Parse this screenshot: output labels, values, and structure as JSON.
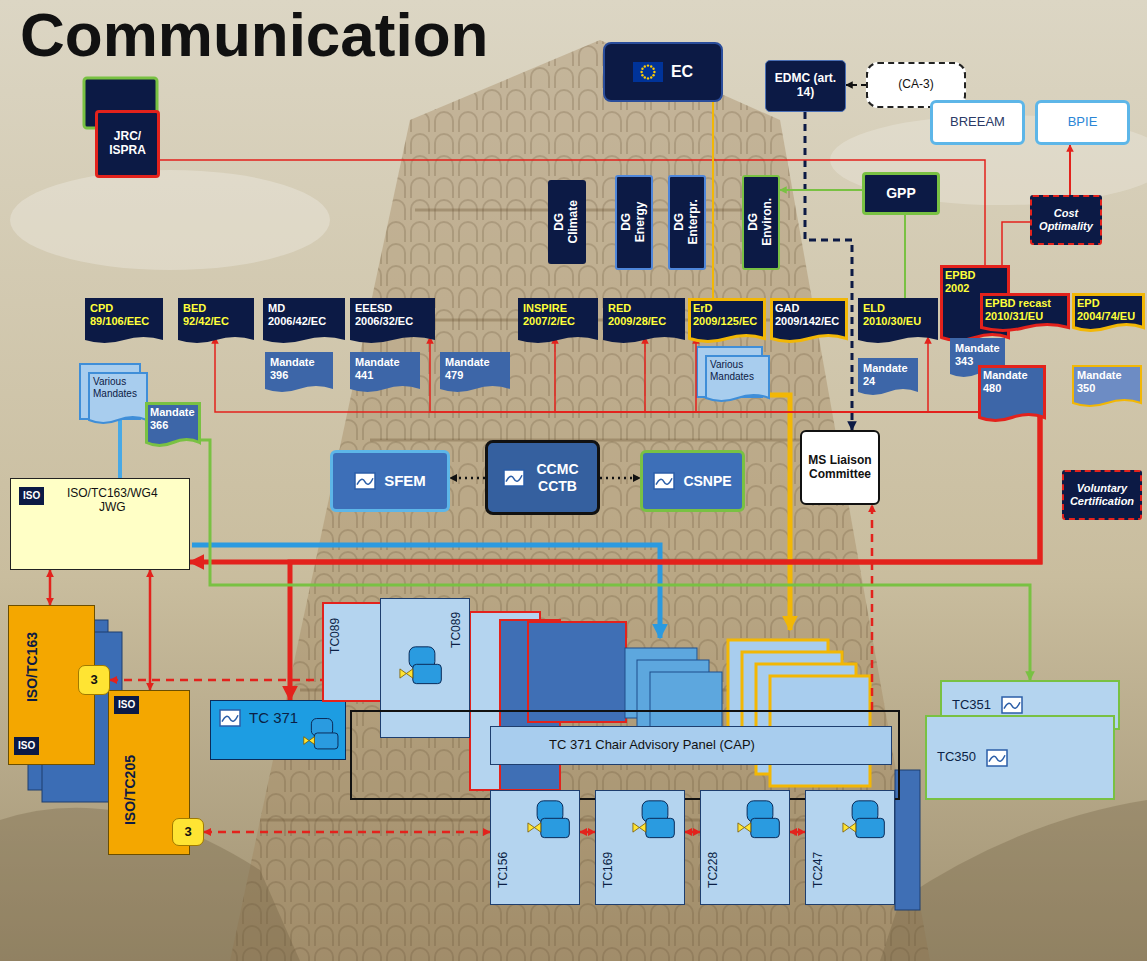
{
  "diagram": {
    "title": "Communication",
    "nodes": [
      {
        "text": [
          "EC"
        ]
      },
      {
        "text": [
          "EDMC (art. 14)"
        ]
      },
      {
        "text": [
          "(CA-3)"
        ]
      },
      {
        "text": [
          "BREEAM"
        ]
      },
      {
        "text": [
          "BPIE"
        ]
      },
      {
        "text": [
          "JRC/ ISPRA"
        ]
      },
      {
        "text": [
          "DG Climate"
        ]
      },
      {
        "text": [
          "DG Energy"
        ]
      },
      {
        "text": [
          "DG Enterpr."
        ]
      },
      {
        "text": [
          "DG Environ."
        ]
      },
      {
        "text": [
          "GPP"
        ]
      },
      {
        "text": [
          "Cost Optimality"
        ]
      },
      {
        "text": [
          "CPD 89/106/EEC"
        ]
      },
      {
        "text": [
          "BED 92/42/EC"
        ]
      },
      {
        "text": [
          "MD 2006/42/EC"
        ]
      },
      {
        "text": [
          "EEESD 2006/32/EC"
        ]
      },
      {
        "text": [
          "INSPIRE 2007/2/EC"
        ]
      },
      {
        "text": [
          "RED 2009/28/EC"
        ]
      },
      {
        "text": [
          "ErD 2009/125/EC"
        ]
      },
      {
        "text": [
          "GAD 2009/142/EC"
        ]
      },
      {
        "text": [
          "ELD 2010/30/EU"
        ]
      },
      {
        "text": [
          "EPBD 2002"
        ]
      },
      {
        "text": [
          "EPBD recast 2010/31/EU"
        ]
      },
      {
        "text": [
          "EPD 2004/74/EU"
        ]
      },
      {
        "text": [
          "Mandate 396"
        ]
      },
      {
        "text": [
          "Mandate 441"
        ]
      },
      {
        "text": [
          "Mandate 479"
        ]
      },
      {
        "text": [
          "Various Mandates"
        ]
      },
      {
        "text": [
          "Mandate 366"
        ]
      },
      {
        "text": [
          "Various Mandates"
        ]
      },
      {
        "text": [
          "Mandate 24"
        ]
      },
      {
        "text": [
          "Mandate 343"
        ]
      },
      {
        "text": [
          "Mandate 480"
        ]
      },
      {
        "text": [
          "Mandate 350"
        ]
      },
      {
        "text": [
          "MS Liaison Committee"
        ]
      },
      {
        "text": [
          "Voluntary Certification"
        ]
      },
      {
        "text": [
          "SFEM"
        ]
      },
      {
        "text": [
          "CCMC CCTB"
        ]
      },
      {
        "text": [
          "CSNPE"
        ]
      },
      {
        "text": [
          "ISO",
          "ISO/TC163/WG4 JWG"
        ]
      },
      {
        "text": [
          "ISO/TC163",
          "ISO"
        ]
      },
      {
        "text": [
          "ISO",
          "ISO/TC205"
        ]
      },
      {
        "text": [
          "3"
        ]
      },
      {
        "text": [
          "3"
        ]
      },
      {
        "text": [
          "TC 371"
        ]
      },
      {
        "text": [
          "TC089"
        ]
      },
      {
        "text": [
          "TC089"
        ]
      },
      {
        "text": [
          "TC 371 Chair Advisory Panel (CAP)"
        ]
      },
      {
        "text": [
          "TC156"
        ]
      },
      {
        "text": [
          "TC169"
        ]
      },
      {
        "text": [
          "TC228"
        ]
      },
      {
        "text": [
          "TC247"
        ]
      },
      {
        "text": [
          "TC351"
        ]
      },
      {
        "text": [
          "TC350"
        ]
      }
    ],
    "edges": [
      {
        "from": 2,
        "to": 1,
        "arrow": "to"
      },
      {
        "from": 1,
        "to": 34,
        "arrow": "to"
      },
      {
        "from": 11,
        "to": 4,
        "arrow": "to"
      },
      {
        "from": 10,
        "to": 9,
        "arrow": "to"
      },
      {
        "from": 5,
        "to": 21,
        "arrow": "none"
      },
      {
        "from": 21,
        "to": 11,
        "arrow": "none"
      },
      {
        "from": 32,
        "to": 13,
        "arrow": "to"
      },
      {
        "from": 32,
        "to": 15,
        "arrow": "to"
      },
      {
        "from": 32,
        "to": 16,
        "arrow": "to"
      },
      {
        "from": 32,
        "to": 17,
        "arrow": "to"
      },
      {
        "from": 32,
        "to": 18,
        "arrow": "to"
      },
      {
        "from": 32,
        "to": 20,
        "arrow": "to"
      },
      {
        "from": 32,
        "to": 39,
        "arrow": "to"
      },
      {
        "from": 32,
        "to": 44,
        "arrow": "to"
      },
      {
        "from": 39,
        "to": 40,
        "arrow": "both"
      },
      {
        "from": 39,
        "to": 41,
        "arrow": "both"
      },
      {
        "from": 42,
        "to": 46,
        "arrow": "both"
      },
      {
        "from": 43,
        "to": 48,
        "arrow": "both"
      },
      {
        "from": 48,
        "to": 49,
        "arrow": "both"
      },
      {
        "from": 49,
        "to": 50,
        "arrow": "both"
      },
      {
        "from": 50,
        "to": 51,
        "arrow": "both"
      },
      {
        "from": 47,
        "to": 34,
        "arrow": "to"
      },
      {
        "from": 37,
        "to": 36,
        "arrow": "to"
      },
      {
        "from": 37,
        "to": 38,
        "arrow": "to"
      },
      {
        "from": 27,
        "to": 39,
        "arrow": "none"
      },
      {
        "from": 28,
        "to": 52,
        "arrow": "to"
      },
      {
        "from": 0,
        "to": 18,
        "arrow": "none"
      },
      {
        "from": 10,
        "to": 20,
        "arrow": "none"
      }
    ]
  }
}
